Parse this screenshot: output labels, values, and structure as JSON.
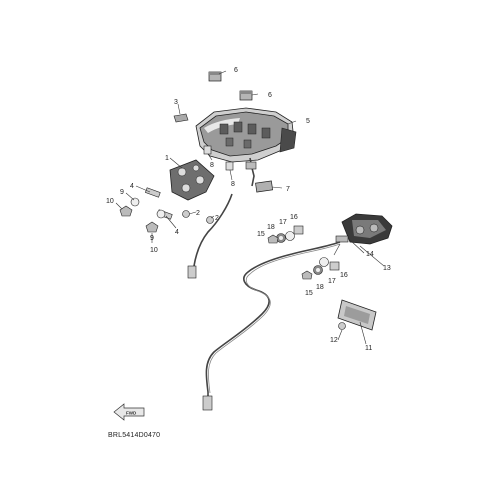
{
  "diagram_code": "BRL5414D0470",
  "fwd_label": "FWD",
  "callouts": {
    "c1": "1",
    "c2a": "2",
    "c2b": "2",
    "c3": "3",
    "c4a": "4",
    "c4b": "4",
    "c5": "5",
    "c6a": "6",
    "c6b": "6",
    "c7": "7",
    "c8a": "8",
    "c8b": "8",
    "c9a": "9",
    "c9b": "9",
    "c10a": "10",
    "c10b": "10",
    "c11": "11",
    "c12": "12",
    "c13": "13",
    "c14": "14",
    "c15a": "15",
    "c15b": "15",
    "c16a": "16",
    "c16b": "16",
    "c17a": "17",
    "c17b": "17",
    "c18a": "18",
    "c18b": "18"
  }
}
